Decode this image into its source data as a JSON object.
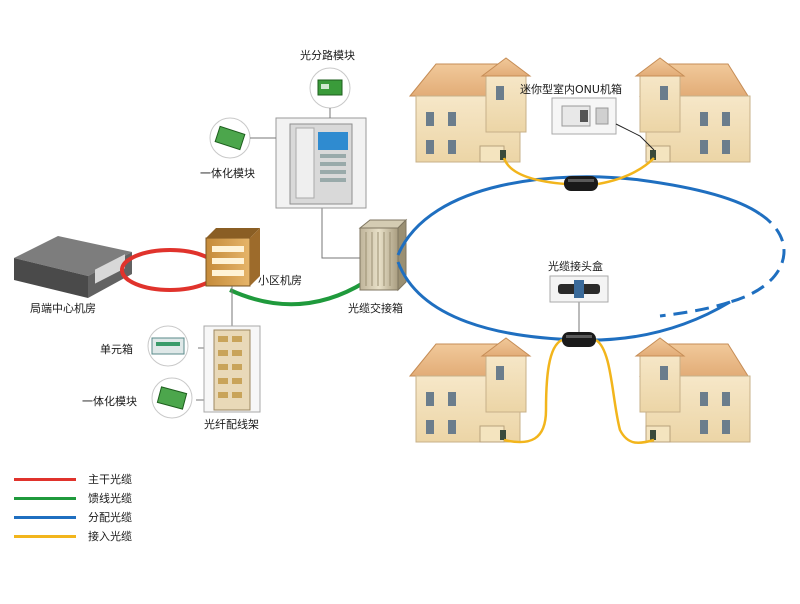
{
  "labels": {
    "optical_splitter_module": "光分路模块",
    "integrated_module_top": "一体化模块",
    "mini_indoor_onu": "迷你型室内ONU机箱",
    "central_office": "局端中心机房",
    "community_room": "小区机房",
    "cable_cross_box": "光缆交接箱",
    "cable_joint_box": "光缆接头盒",
    "unit_box": "单元箱",
    "integrated_module_bottom": "一体化模块",
    "fiber_distribution_frame": "光纤配线架"
  },
  "legend": [
    {
      "label": "主干光缆",
      "color": "#e0332c"
    },
    {
      "label": "馈线光缆",
      "color": "#1f9a3c"
    },
    {
      "label": "分配光缆",
      "color": "#1f6fc0"
    },
    {
      "label": "接入光缆",
      "color": "#f2b51c"
    }
  ]
}
